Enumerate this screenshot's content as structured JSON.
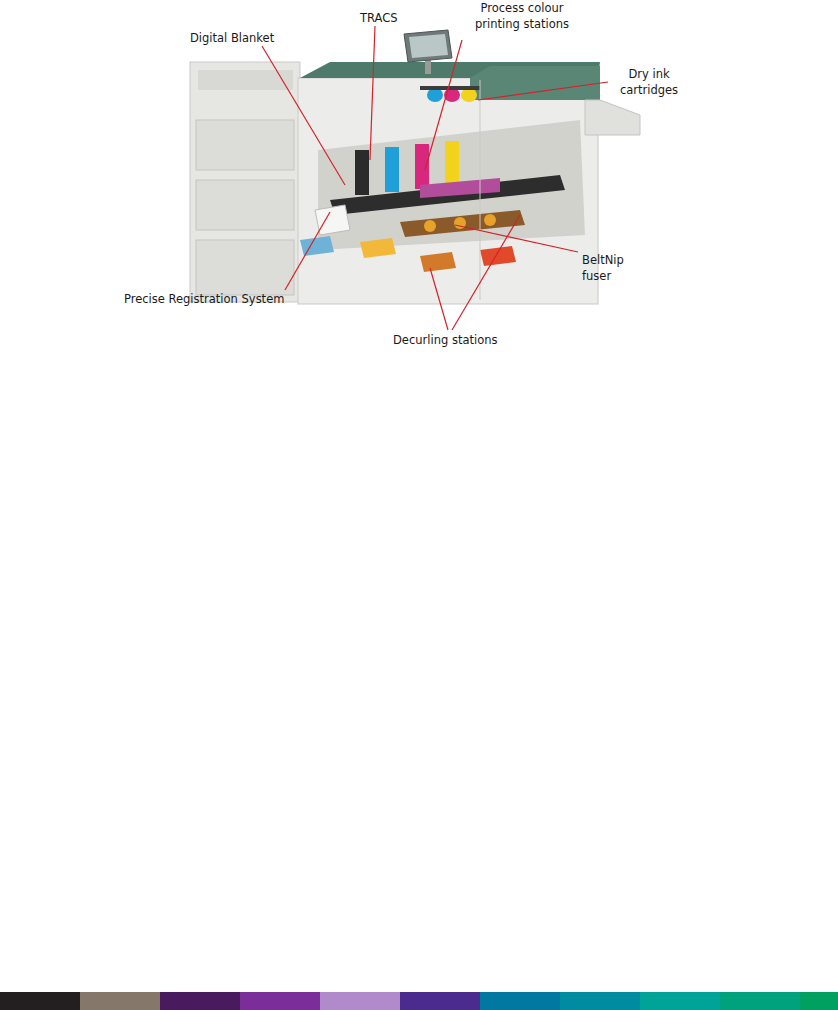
{
  "diagram": {
    "labels": [
      "Digital Blanket",
      "TRACS",
      "Process colour printing stations",
      "Dry ink cartridges",
      "BeltNip fuser",
      "Precise Registration System",
      "Decurling stations"
    ]
  }
}
